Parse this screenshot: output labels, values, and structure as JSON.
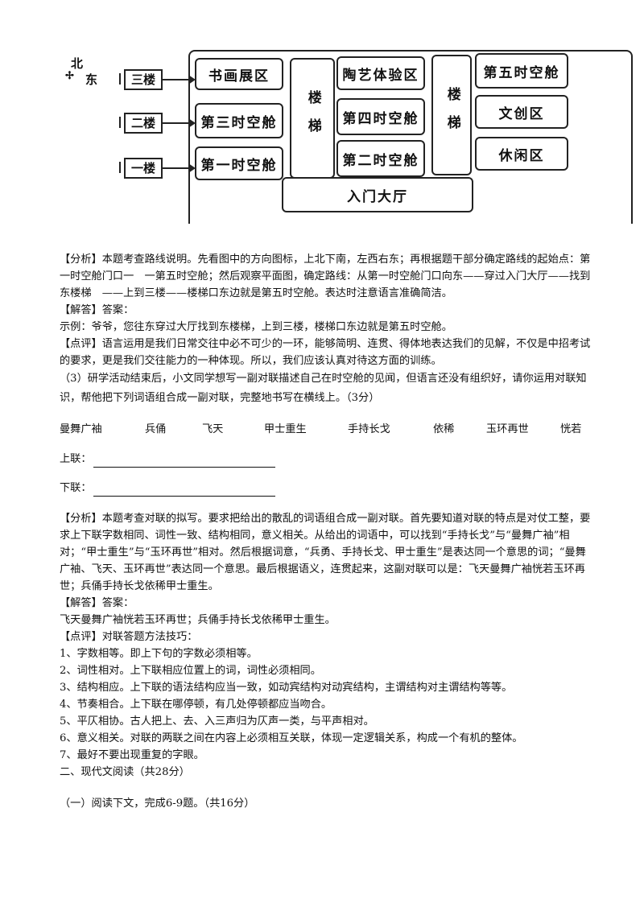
{
  "diagram": {
    "compass": {
      "north": "北",
      "east": "东"
    },
    "floors": [
      "三楼",
      "二楼",
      "一楼"
    ],
    "rooms": {
      "calligraphy": "书画展区",
      "capsule3": "第三时空舱",
      "capsule1": "第一时空舱",
      "stairs_west": "楼梯",
      "pottery": "陶艺体验区",
      "capsule4": "第四时空舱",
      "capsule2": "第二时空舱",
      "stairs_east": "楼梯",
      "capsule5": "第五时空舱",
      "creative": "文创区",
      "leisure": "休闲区",
      "lobby": "入门大厅"
    }
  },
  "section1": {
    "analysis": "【分析】本题考查路线说明。先看图中的方向图标，上北下南，左西右东；再根据题干部分确定路线的起始点：第一时空舱门口一　一第五时空舱；然后观察平面图，确定路线：从第一时空舱门口向东——穿过入门大厅——找到东楼梯　——上到三楼——楼梯口东边就是第五时空舱。表达时注意语言准确简洁。",
    "answer_label": "【解答】答案：",
    "answer": "示例：爷爷，您往东穿过大厅找到东楼梯，上到三楼，楼梯口东边就是第五时空舱。",
    "comment": "【点评】语言运用是我们日常交往中必不可少的一环，能够简明、连贯、得体地表达我们的见解，不仅是中招考试的要求，更是我们交往能力的一种体现。所以，我们应该认真对待这方面的训练。"
  },
  "question3": {
    "prompt": "（3）研学活动结束后，小文同学想写一副对联描述自己在时空舱的见闻，但语言还没有组织好，请你运用对联知识，帮他把下列词语组合成一副对联，完整地书写在横线上。（3分）",
    "words": [
      "曼舞广袖",
      "兵俑",
      "飞天",
      "甲士重生",
      "手持长戈",
      "依稀",
      "玉环再世",
      "恍若"
    ],
    "upper_label": "上联：",
    "lower_label": "下联："
  },
  "section2": {
    "analysis": "【分析】本题考查对联的拟写。要求把给出的散乱的词语组合成一副对联。首先要知道对联的特点是对仗工整，要求上下联字数相同、词性一致、结构相同，意义相关。从给出的词语中，可以找到“手持长戈”与“曼舞广袖”相对；“甲士重生”与“玉环再世”相对。然后根据词意，“兵勇、手持长戈、甲士重生”是表达同一个意思的词；“曼舞广袖、飞天、玉环再世”表达同一个意思。最后根据语义，连贯起来，这副对联可以是：飞天曼舞广袖恍若玉环再世；兵俑手持长戈依稀甲士重生。",
    "answer_label": "【解答】答案：",
    "answer": "飞天曼舞广袖恍若玉环再世；兵俑手持长戈依稀甲士重生。",
    "tips_title": "【点评】对联答题方法技巧：",
    "tips": [
      "1、字数相等。即上下句的字数必须相等。",
      "2、词性相对。上下联相应位置上的词，词性必须相同。",
      "3、结构相应。上下联的语法结构应当一致，如动宾结构对动宾结构，主谓结构对主谓结构等等。",
      "4、节奏相合。上下联在哪停顿，有几处停顿都应当吻合。",
      "5、平仄相协。古人把上、去、入三声归为仄声一类，与平声相对。",
      "6、意义相关。对联的两联之间在内容上必须相互关联，体现一定逻辑关系，构成一个有机的整体。",
      "7、最好不要出现重复的字眼。"
    ]
  },
  "part2": {
    "heading": "二、现代文阅读（共28分）",
    "sub": "（一）阅读下文，完成6-9题。（共16分）"
  }
}
